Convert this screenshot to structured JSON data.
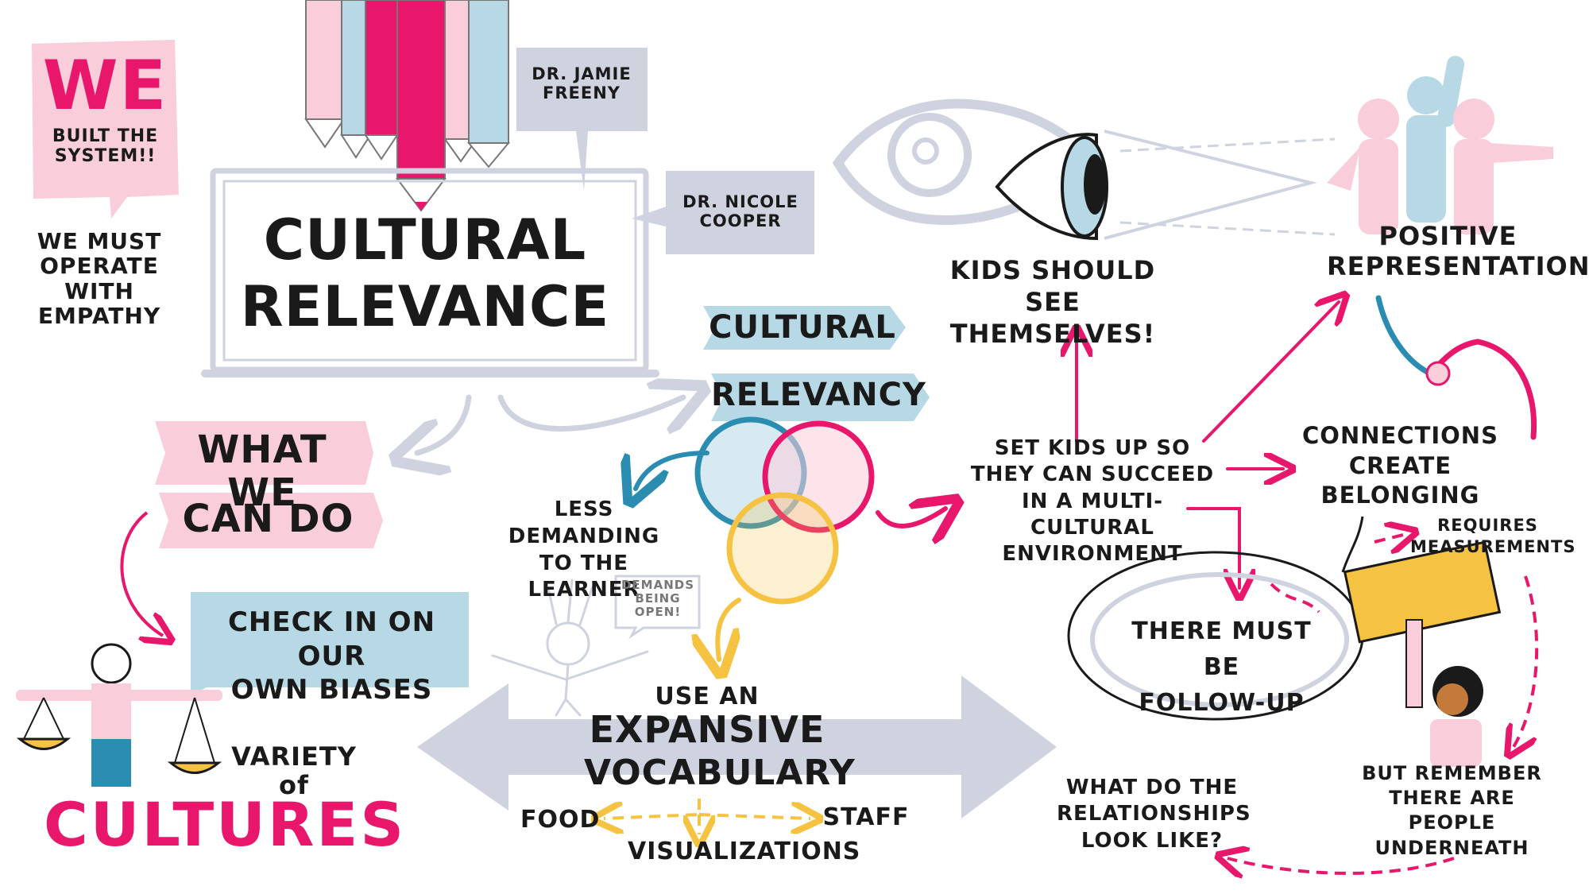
{
  "colors": {
    "pink": "#e8176b",
    "light_pink": "#f9cdd9",
    "light_blue": "#b7d9e6",
    "blue": "#2b8cb2",
    "yellow": "#f5c242",
    "gray": "#cfd3e0",
    "ink": "#1a1a1a"
  },
  "we_bubble": {
    "we": "WE",
    "built": "BUILT THE\nSYSTEM!!"
  },
  "empathy": "WE MUST\nOPERATE\nWITH\nEMPATHY",
  "speakers": {
    "jamie": "DR. JAMIE\nFREENY",
    "nicole": "DR. NICOLE\nCOOPER"
  },
  "board_title": "CULTURAL\nRELEVANCE",
  "banner_top": "CULTURAL",
  "banner_bottom": "RELEVANCY",
  "what_we_can_do": {
    "line1": "WHAT WE",
    "line2": "CAN DO"
  },
  "check_biases": "CHECK IN ON OUR\nOWN BIASES",
  "variety": "VARIETY of",
  "cultures": "CULTURES",
  "less_demanding": "LESS DEMANDING\nTO THE LEARNER",
  "demands_open": "DEMANDS\nBEING\nOPEN!",
  "use_an": "USE AN",
  "expansive": "EXPANSIVE",
  "vocabulary": "VOCABULARY",
  "vocab_items": {
    "food": "FOOD",
    "staff": "STAFF",
    "visualizations": "VISUALIZATIONS"
  },
  "kids_see": "KIDS SHOULD\nSEE THEMSELVES!",
  "positive": "POSITIVE\nREPRESENTATIONS",
  "set_kids": "SET KIDS UP SO\nTHEY CAN SUCCEED\nIN A MULTI-CULTURAL\nENVIRONMENT",
  "connections": "CONNECTIONS\nCREATE BELONGING",
  "requires": "REQUIRES\nMEASUREMENTS",
  "follow_up": "THERE MUST BE\nFOLLOW-UP",
  "but_remember": "BUT REMEMBER\nTHERE ARE PEOPLE\nUNDERNEATH",
  "relationships": "WHAT DO THE\nRELATIONSHIPS\nLOOK LIKE?"
}
